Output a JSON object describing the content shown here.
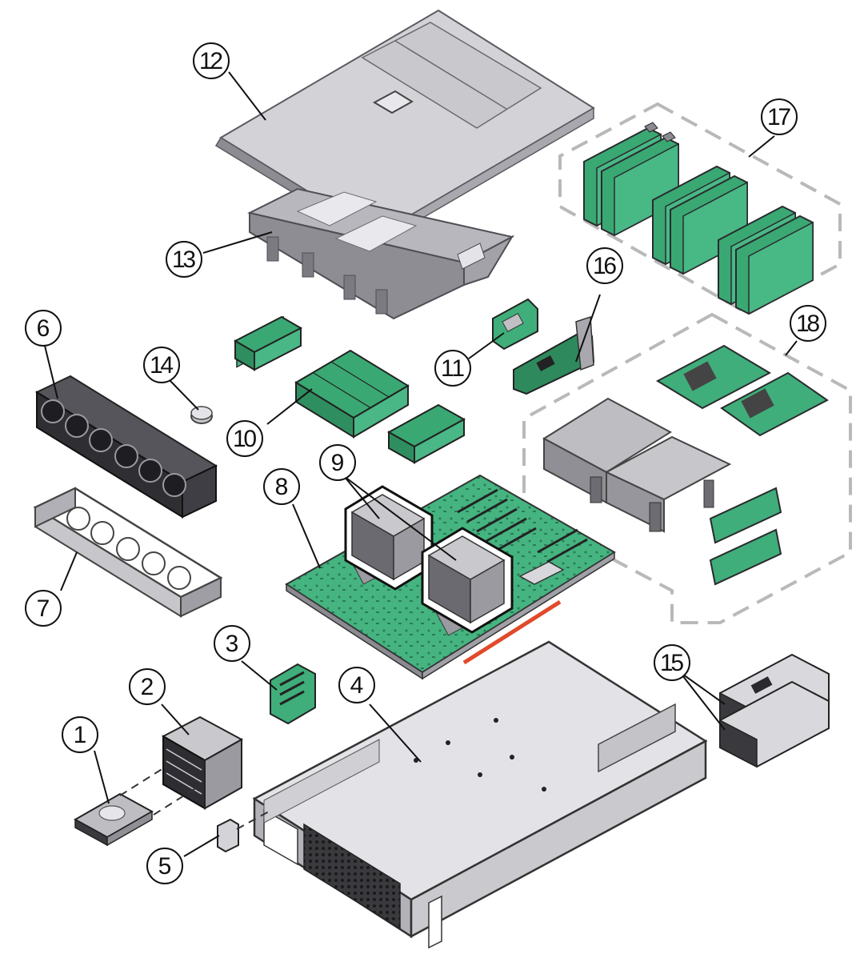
{
  "colors": {
    "cover_gray": "#cfcfd3",
    "metal_dark": "#5a5a60",
    "metal_mid": "#9a9aa0",
    "metal_light": "#e2e2e6",
    "pcb_green": "#3fae7a",
    "pcb_dark": "#2f7f5a",
    "connector": "#2a2a2a",
    "dashed_group": "#b9b9b9",
    "callout_stroke": "#111111"
  },
  "components": [
    {
      "num": "1",
      "icon": "hard-drive-icon"
    },
    {
      "num": "2",
      "icon": "drive-stack-icon"
    },
    {
      "num": "3",
      "icon": "drive-backplane-icon"
    },
    {
      "num": "4",
      "icon": "chassis-icon"
    },
    {
      "num": "5",
      "icon": "drive-filler-icon"
    },
    {
      "num": "6",
      "icon": "fan-module-icon"
    },
    {
      "num": "7",
      "icon": "fan-tray-icon"
    },
    {
      "num": "8",
      "icon": "motherboard-icon"
    },
    {
      "num": "9",
      "icon": "heatsink-icon"
    },
    {
      "num": "10",
      "icon": "dimm-icon"
    },
    {
      "num": "11",
      "icon": "small-board-icon"
    },
    {
      "num": "12",
      "icon": "top-cover-icon"
    },
    {
      "num": "13",
      "icon": "air-baffle-icon"
    },
    {
      "num": "14",
      "icon": "battery-icon"
    },
    {
      "num": "15",
      "icon": "power-supply-icon"
    },
    {
      "num": "16",
      "icon": "pcie-card-icon"
    },
    {
      "num": "17",
      "icon": "pcie-riser-group-icon"
    },
    {
      "num": "18",
      "icon": "riser-assembly-group-icon"
    }
  ]
}
